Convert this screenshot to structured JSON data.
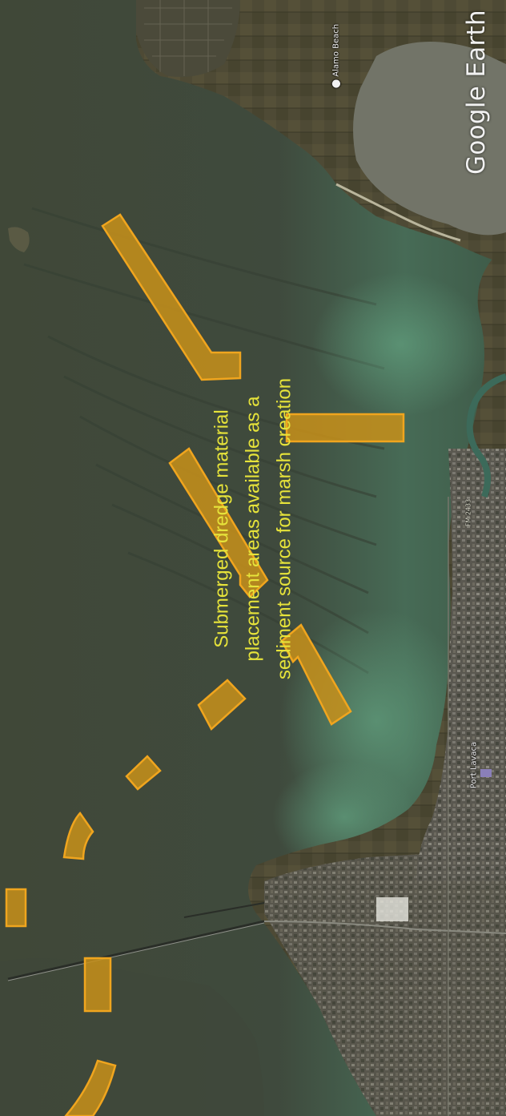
{
  "caption": {
    "line1": "Submerged dredge material",
    "line2": "placement areas available as a",
    "line3": "sediment source for marsh creation"
  },
  "brand": "Google Earth",
  "places": {
    "alamo_beach": "Alamo Beach",
    "port_lavaca": "Port Lavaca",
    "road_label": "FM 2433"
  },
  "colors": {
    "water": "#3e4a3c",
    "water_teal": "#4f7a5e",
    "land": "#4c4a34",
    "town": "#5c5a55",
    "placement_fill": "#c8901a",
    "placement_stroke": "#f0a51e",
    "caption_text": "#e6e33a"
  },
  "icons": {
    "marker": "location-pin-icon"
  }
}
